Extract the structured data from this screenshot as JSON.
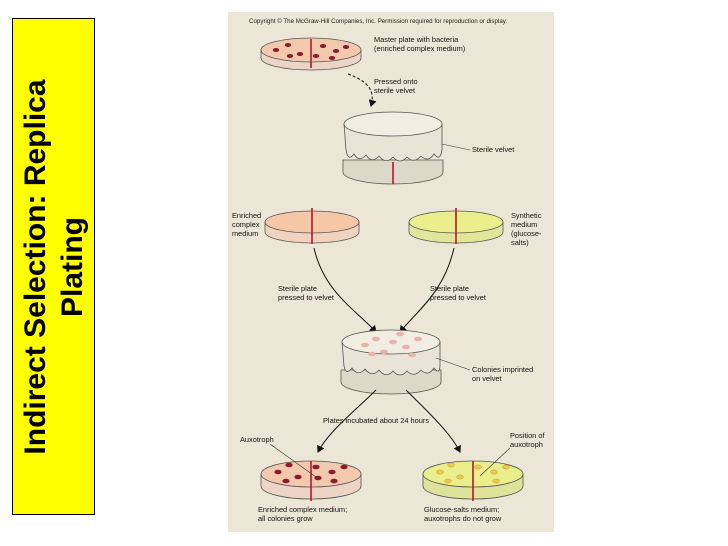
{
  "slide": {
    "title": "Indirect Selection: Replica Plating"
  },
  "figure": {
    "copyright": "Copyright © The McGraw-Hill Companies, Inc. Permission required for reproduction or display.",
    "labels": {
      "master_1": "Master plate with bacteria",
      "master_2": "(enriched complex medium)",
      "pressed_1": "Pressed onto",
      "pressed_2": "sterile velvet",
      "sterile_velvet": "Sterile velvet",
      "enriched_1": "Enriched",
      "enriched_2": "complex",
      "enriched_3": "medium",
      "synthetic_1": "Synthetic",
      "synthetic_2": "medium",
      "synthetic_3": "(glucose-",
      "synthetic_4": "salts)",
      "sp_left_1": "Sterile plate",
      "sp_left_2": "pressed to velvet",
      "sp_right_1": "Sterile plate",
      "sp_right_2": "pressed to velvet",
      "imprint_1": "Colonies imprinted",
      "imprint_2": "on velvet",
      "incubated": "Plates incubated about 24 hours",
      "auxotroph": "Auxotroph",
      "position_1": "Position of",
      "position_2": "auxotroph",
      "bottom_left_1": "Enriched complex medium;",
      "bottom_left_2": "all colonies grow",
      "bottom_right_1": "Glucose-salts medium;",
      "bottom_right_2": "auxotrophs do not grow"
    },
    "colors": {
      "background": "#ece6d6",
      "enriched_medium": "#f6c7a6",
      "synthetic_medium": "#eaef8c",
      "velvet": "#e9e4d6",
      "colony_red": "#8e1b28",
      "colony_pink": "#eab2ad",
      "colony_yellow": "#f2c84a",
      "mark_red": "#c0112b"
    }
  }
}
